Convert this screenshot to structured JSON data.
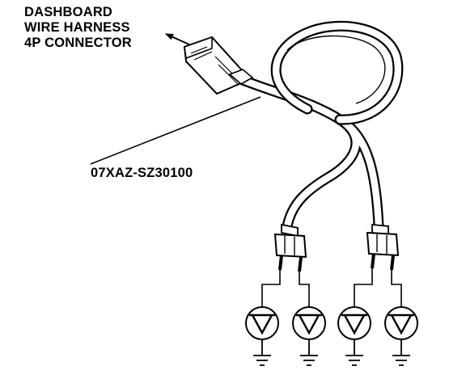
{
  "labels": {
    "connector_line1": "DASHBOARD",
    "connector_line2": "WIRE HARNESS",
    "connector_line3": "4P CONNECTOR",
    "part_number": "07XAZ-SZ30100"
  },
  "colors": {
    "ink": "#000000",
    "paper": "#ffffff"
  }
}
